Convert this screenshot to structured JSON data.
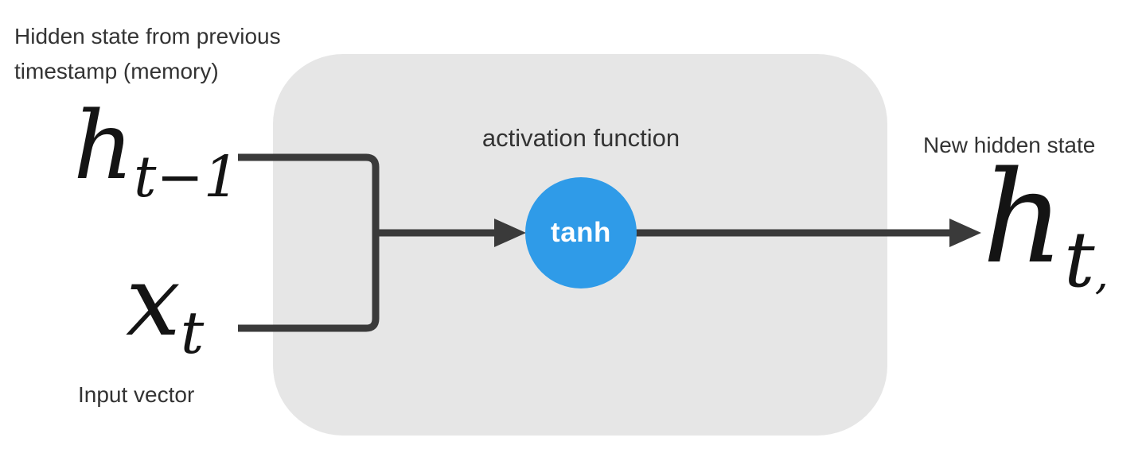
{
  "colors": {
    "accent-blue": "#2F9BE8",
    "line-dark": "#3A3A3A",
    "box-gray": "#E6E6E6",
    "text-dark": "#333333"
  },
  "labels": {
    "hidden_state_note_line1": "Hidden state from previous",
    "hidden_state_note_line2": "timestamp (memory)",
    "activation_function": "activation function",
    "new_hidden_state": "New hidden state",
    "input_vector": "Input vector"
  },
  "node": {
    "tanh": "tanh"
  },
  "formulas": {
    "h_prev": {
      "base": "h",
      "sub": "t−1"
    },
    "x_t": {
      "base": "x",
      "sub": "t"
    },
    "h_t": {
      "base": "h",
      "sub": "t",
      "comma": ","
    }
  }
}
